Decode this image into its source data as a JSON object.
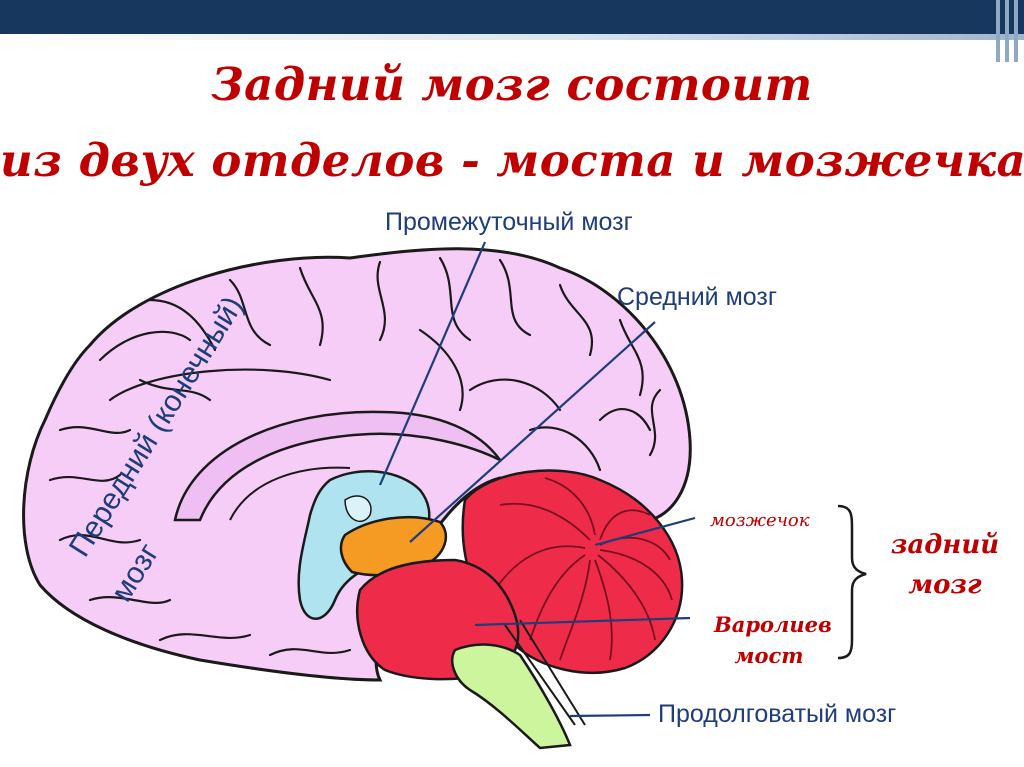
{
  "title": {
    "line1": "Задний мозг состоит",
    "line2": "из двух отделов - моста и мозжечка"
  },
  "labels": {
    "diencephalon": "Промежуточный мозг",
    "midbrain": "Средний мозг",
    "forebrain_line1": "Передний (конечный)",
    "forebrain_line2": "мозг",
    "cerebellum": "мозжечок",
    "pons_line1": "Варолиев",
    "pons_line2": "мост",
    "medulla": "Продолговатый мозг",
    "hindbrain_line1": "задний",
    "hindbrain_line2": "мозг"
  },
  "colors": {
    "header_bar": "#17375e",
    "title": "#c00000",
    "label_blue": "#1f3d7a",
    "cortex": "#f5cdf7",
    "diencephalon": "#aee3ef",
    "midbrain": "#f59a23",
    "hindbrain": "#ee2c4a",
    "medulla": "#ccf59d"
  }
}
